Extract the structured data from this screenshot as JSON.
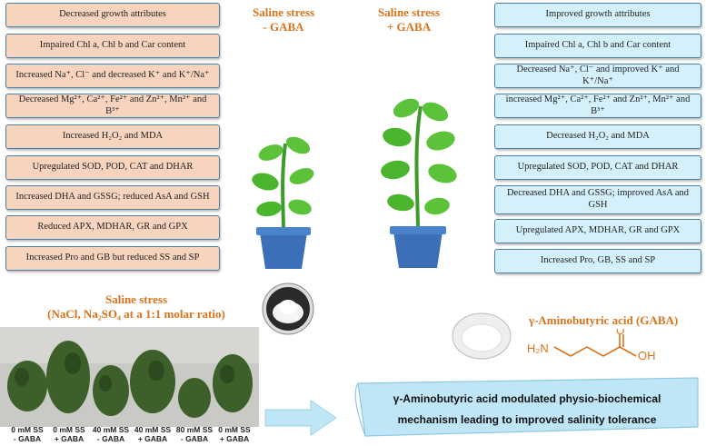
{
  "left_header": {
    "line1": "Saline stress",
    "line2": "- GABA"
  },
  "right_header": {
    "line1": "Saline stress",
    "line2": "+ GABA"
  },
  "left_boxes": [
    "Decreased growth attributes",
    "Impaired Chl a, Chl b and Car content",
    "Increased Na⁺, Cl⁻ and decreased K⁺ and K⁺/Na⁺",
    "Decreased Mg²⁺, Ca²⁺, Fe²⁺ and Zn²⁺, Mn²⁺ and B³⁺",
    "Increased H₂O₂ and MDA",
    "Upregulated SOD, POD, CAT and DHAR",
    "Increased DHA and GSSG; reduced AsA and GSH",
    "Reduced APX, MDHAR, GR and GPX",
    "Increased Pro and GB but reduced SS and SP"
  ],
  "right_boxes": [
    "Improved growth attributes",
    "Impaired Chl a, Chl b and Car content",
    "Decreased Na⁺, Cl⁻ and improved K⁺ and K⁺/Na⁺",
    "increased Mg²⁺, Ca²⁺, Fe²⁺ and Zn²⁺, Mn²⁺ and B³⁺",
    "Decreased H₂O₂ and MDA",
    "Upregulated SOD, POD, CAT and DHAR",
    "Decreased DHA and GSSG; improved AsA and GSH",
    "Upregulated APX, MDHAR, GR and GPX",
    "Increased Pro, GB, SS and SP"
  ],
  "saline_stress": {
    "title": "Saline stress",
    "subtitle": "(NaCl, Na₂SO₄ at a 1:1 molar ratio)"
  },
  "photo_labels": [
    {
      "line1": "0 mM SS",
      "line2": "- GABA"
    },
    {
      "line1": "0 mM SS",
      "line2": "+ GABA"
    },
    {
      "line1": "40 mM SS",
      "line2": "- GABA"
    },
    {
      "line1": "40 mM SS",
      "line2": "+ GABA"
    },
    {
      "line1": "80 mM SS",
      "line2": "- GABA"
    },
    {
      "line1": "0 mM SS",
      "line2": "+ GABA"
    }
  ],
  "gaba": {
    "title": "γ-Aminobutyric acid (GABA)",
    "nh": "H₂N",
    "oh": "OH",
    "o": "O"
  },
  "conclusion": {
    "line1": "γ-Aminobutyric acid modulated physio-biochemical",
    "line2": "mechanism leading to improved salinity tolerance"
  },
  "colors": {
    "accent_orange": "#d9731b",
    "left_box": "#f8d4bf",
    "right_box": "#d4f1fb",
    "border": "#4a7fa8",
    "banner": "#bfe6f6"
  }
}
